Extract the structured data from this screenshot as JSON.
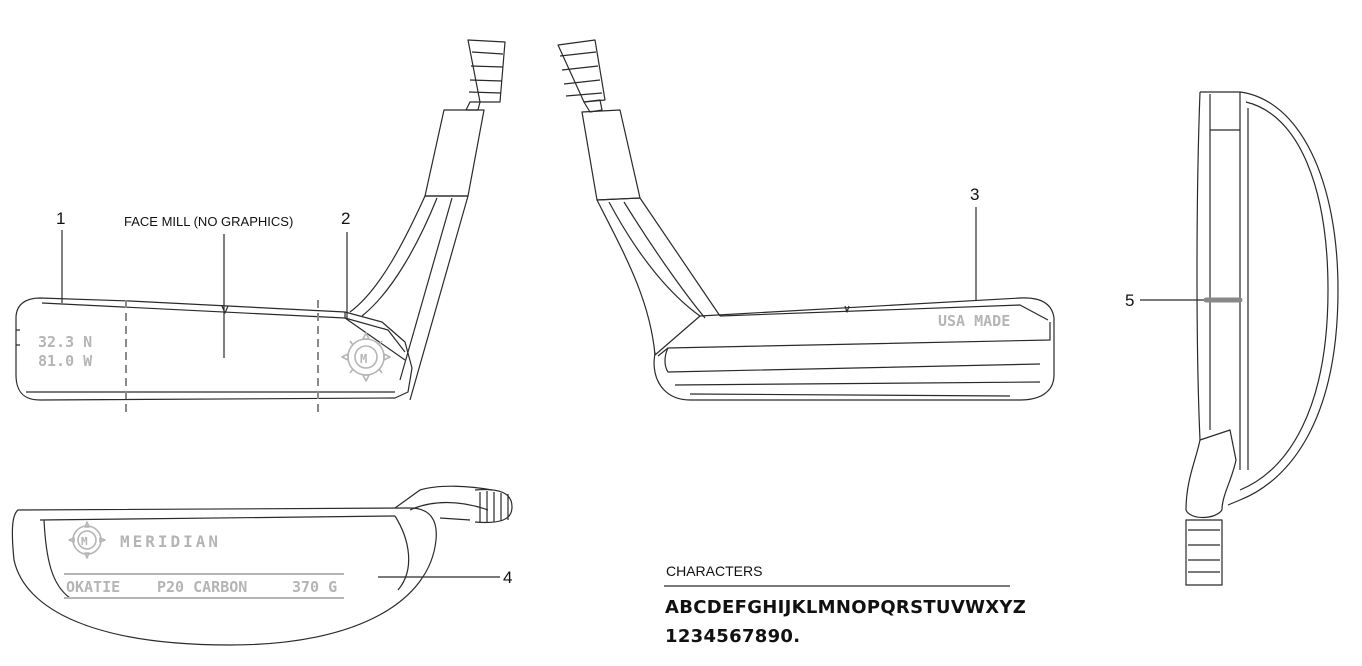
{
  "callouts": {
    "n1": "1",
    "n2": "2",
    "n3": "3",
    "n4": "4",
    "n5": "5",
    "face_mill": "FACE MILL (NO GRAPHICS)"
  },
  "engravings": {
    "coord_lat": "32.3 N",
    "coord_lon": "81.0 W",
    "usa_made": "USA MADE",
    "brand": "MERIDIAN",
    "model_left": "OKATIE",
    "model_mid": "P20 CARBON",
    "model_right": "370 G",
    "logo_letter": "M"
  },
  "characters": {
    "heading": "CHARACTERS",
    "letters": "ABCDEFGHIJKLMNOPQRSTUVWXYZ",
    "digits": "1234567890."
  },
  "colors": {
    "outline": "#2a2a2a",
    "engraving": "#b5b5b5",
    "dashed": "#8a8a8a"
  }
}
